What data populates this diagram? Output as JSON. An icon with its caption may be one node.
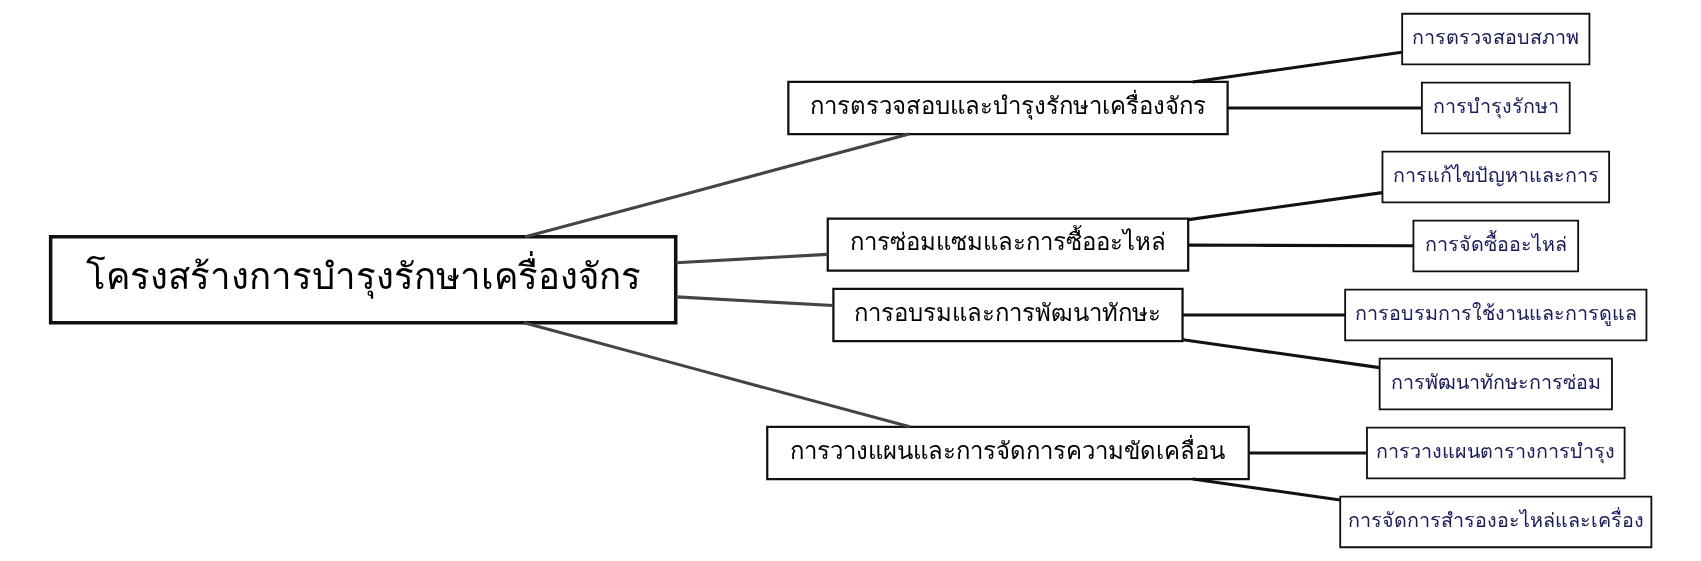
{
  "diagram": {
    "nodes": [
      {
        "text": [
          "โครงสร้างการบำรุงรักษาเครื่องจักร"
        ]
      },
      {
        "text": [
          "การตรวจสอบและบำรุงรักษาเครื่องจักร"
        ]
      },
      {
        "text": [
          "การตรวจสอบสภาพ"
        ]
      },
      {
        "text": [
          "การบำรุงรักษา"
        ]
      },
      {
        "text": [
          "การซ่อมแซมและการซื้ออะไหล่"
        ]
      },
      {
        "text": [
          "การแก้ไขปัญหาและการ"
        ]
      },
      {
        "text": [
          "การจัดซื้ออะไหล่"
        ]
      },
      {
        "text": [
          "การอบรมและการพัฒนาทักษะ"
        ]
      },
      {
        "text": [
          "การอบรมการใช้งานและการดูแล"
        ]
      },
      {
        "text": [
          "การพัฒนาทักษะการซ่อม"
        ]
      },
      {
        "text": [
          "การวางแผนและการจัดการความขัดเคลื่อน"
        ]
      },
      {
        "text": [
          "การวางแผนตารางการบำรุง"
        ]
      },
      {
        "text": [
          "การจัดการสำรองอะไหล่และเครื่อง"
        ]
      }
    ],
    "edges": [
      {
        "from": 0,
        "to": 1,
        "arrow": "none",
        "color": "#444444"
      },
      {
        "from": 1,
        "to": 2,
        "arrow": "none"
      },
      {
        "from": 1,
        "to": 3,
        "arrow": "none"
      },
      {
        "from": 0,
        "to": 4,
        "arrow": "none",
        "color": "#444444"
      },
      {
        "from": 4,
        "to": 5,
        "arrow": "none"
      },
      {
        "from": 4,
        "to": 6,
        "arrow": "none"
      },
      {
        "from": 0,
        "to": 7,
        "arrow": "none",
        "color": "#444444"
      },
      {
        "from": 7,
        "to": 8,
        "arrow": "none"
      },
      {
        "from": 7,
        "to": 9,
        "arrow": "none"
      },
      {
        "from": 0,
        "to": 10,
        "arrow": "none",
        "color": "#444444"
      },
      {
        "from": 10,
        "to": 11,
        "arrow": "none"
      },
      {
        "from": 10,
        "to": 12,
        "arrow": "none"
      }
    ]
  }
}
